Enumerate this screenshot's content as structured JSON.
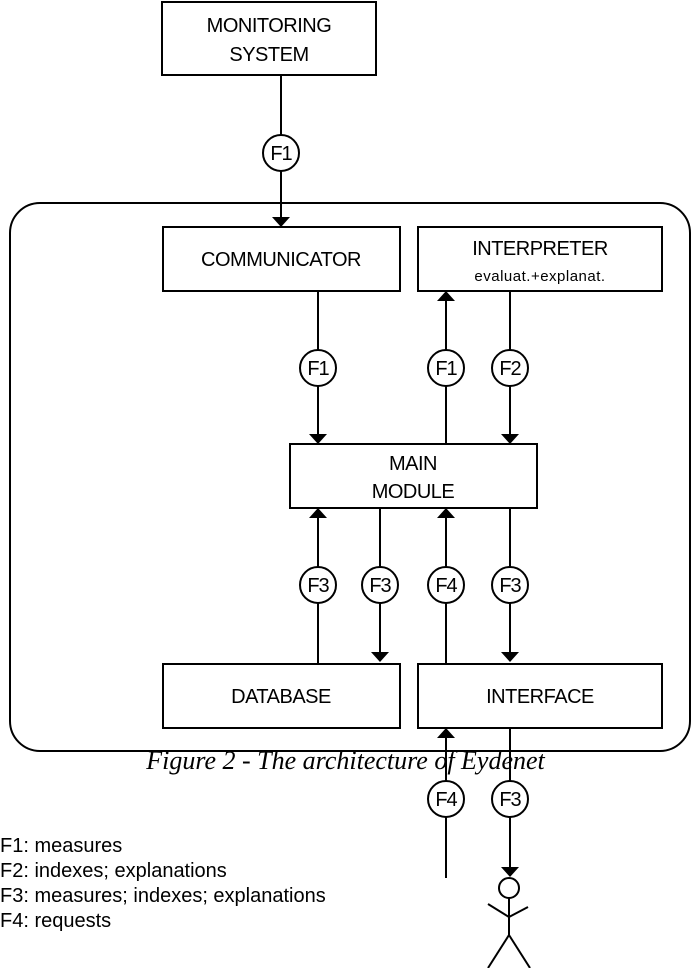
{
  "boxes": {
    "monitoring_line1": "MONITORING",
    "monitoring_line2": "SYSTEM",
    "communicator": "COMMUNICATOR",
    "interpreter_line1": "INTERPRETER",
    "interpreter_line2": "evaluat.+explanat.",
    "main_line1": "MAIN",
    "main_line2": "MODULE",
    "database": "DATABASE",
    "interface": "INTERFACE"
  },
  "flows": {
    "f1": "F1",
    "f2": "F2",
    "f3": "F3",
    "f4": "F4"
  },
  "caption": "Figure 2 - The architecture of Eydenet",
  "legend": [
    "F1: measures",
    "F2: indexes; explanations",
    "F3: measures; indexes; explanations",
    "F4: requests"
  ]
}
